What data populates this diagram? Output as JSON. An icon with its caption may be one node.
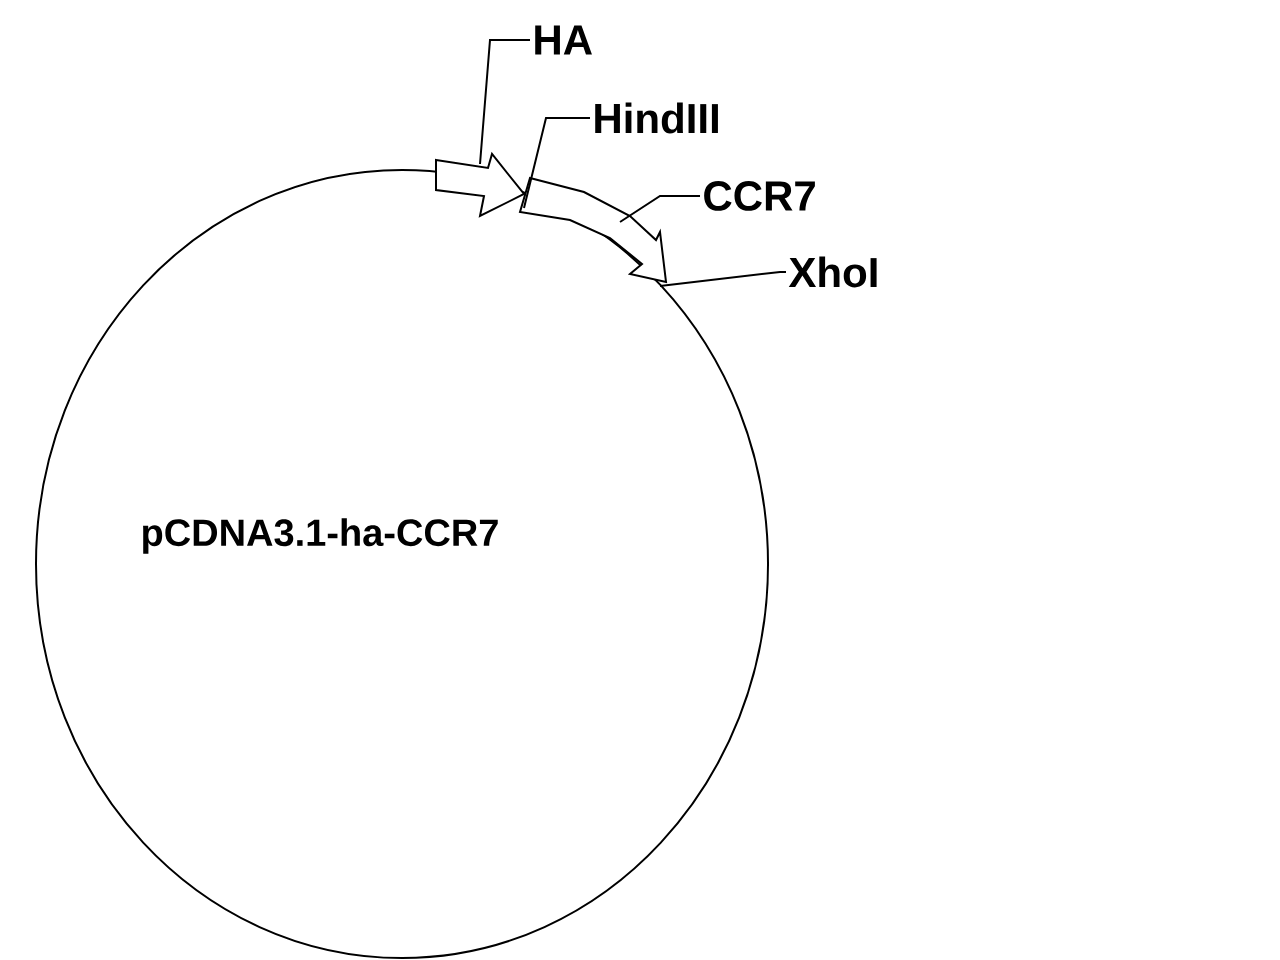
{
  "diagram": {
    "nodes": [
      {
        "text": [
          "pCDNA3.1-ha-CCR7"
        ]
      },
      {
        "text": [
          "HA"
        ]
      },
      {
        "text": [],
        "shape": "arrow"
      },
      {
        "text": [
          "HindIII"
        ]
      },
      {
        "text": [
          "CCR7"
        ]
      },
      {
        "text": [],
        "shape": "arrow"
      },
      {
        "text": [
          "XhoI"
        ]
      }
    ],
    "edges": [
      {
        "from": 1,
        "to": 2,
        "arrow": "none"
      },
      {
        "from": 3,
        "to": 5,
        "arrow": "none"
      },
      {
        "from": 4,
        "to": 5,
        "arrow": "none"
      },
      {
        "from": 6,
        "to": 5,
        "arrow": "none"
      }
    ]
  }
}
